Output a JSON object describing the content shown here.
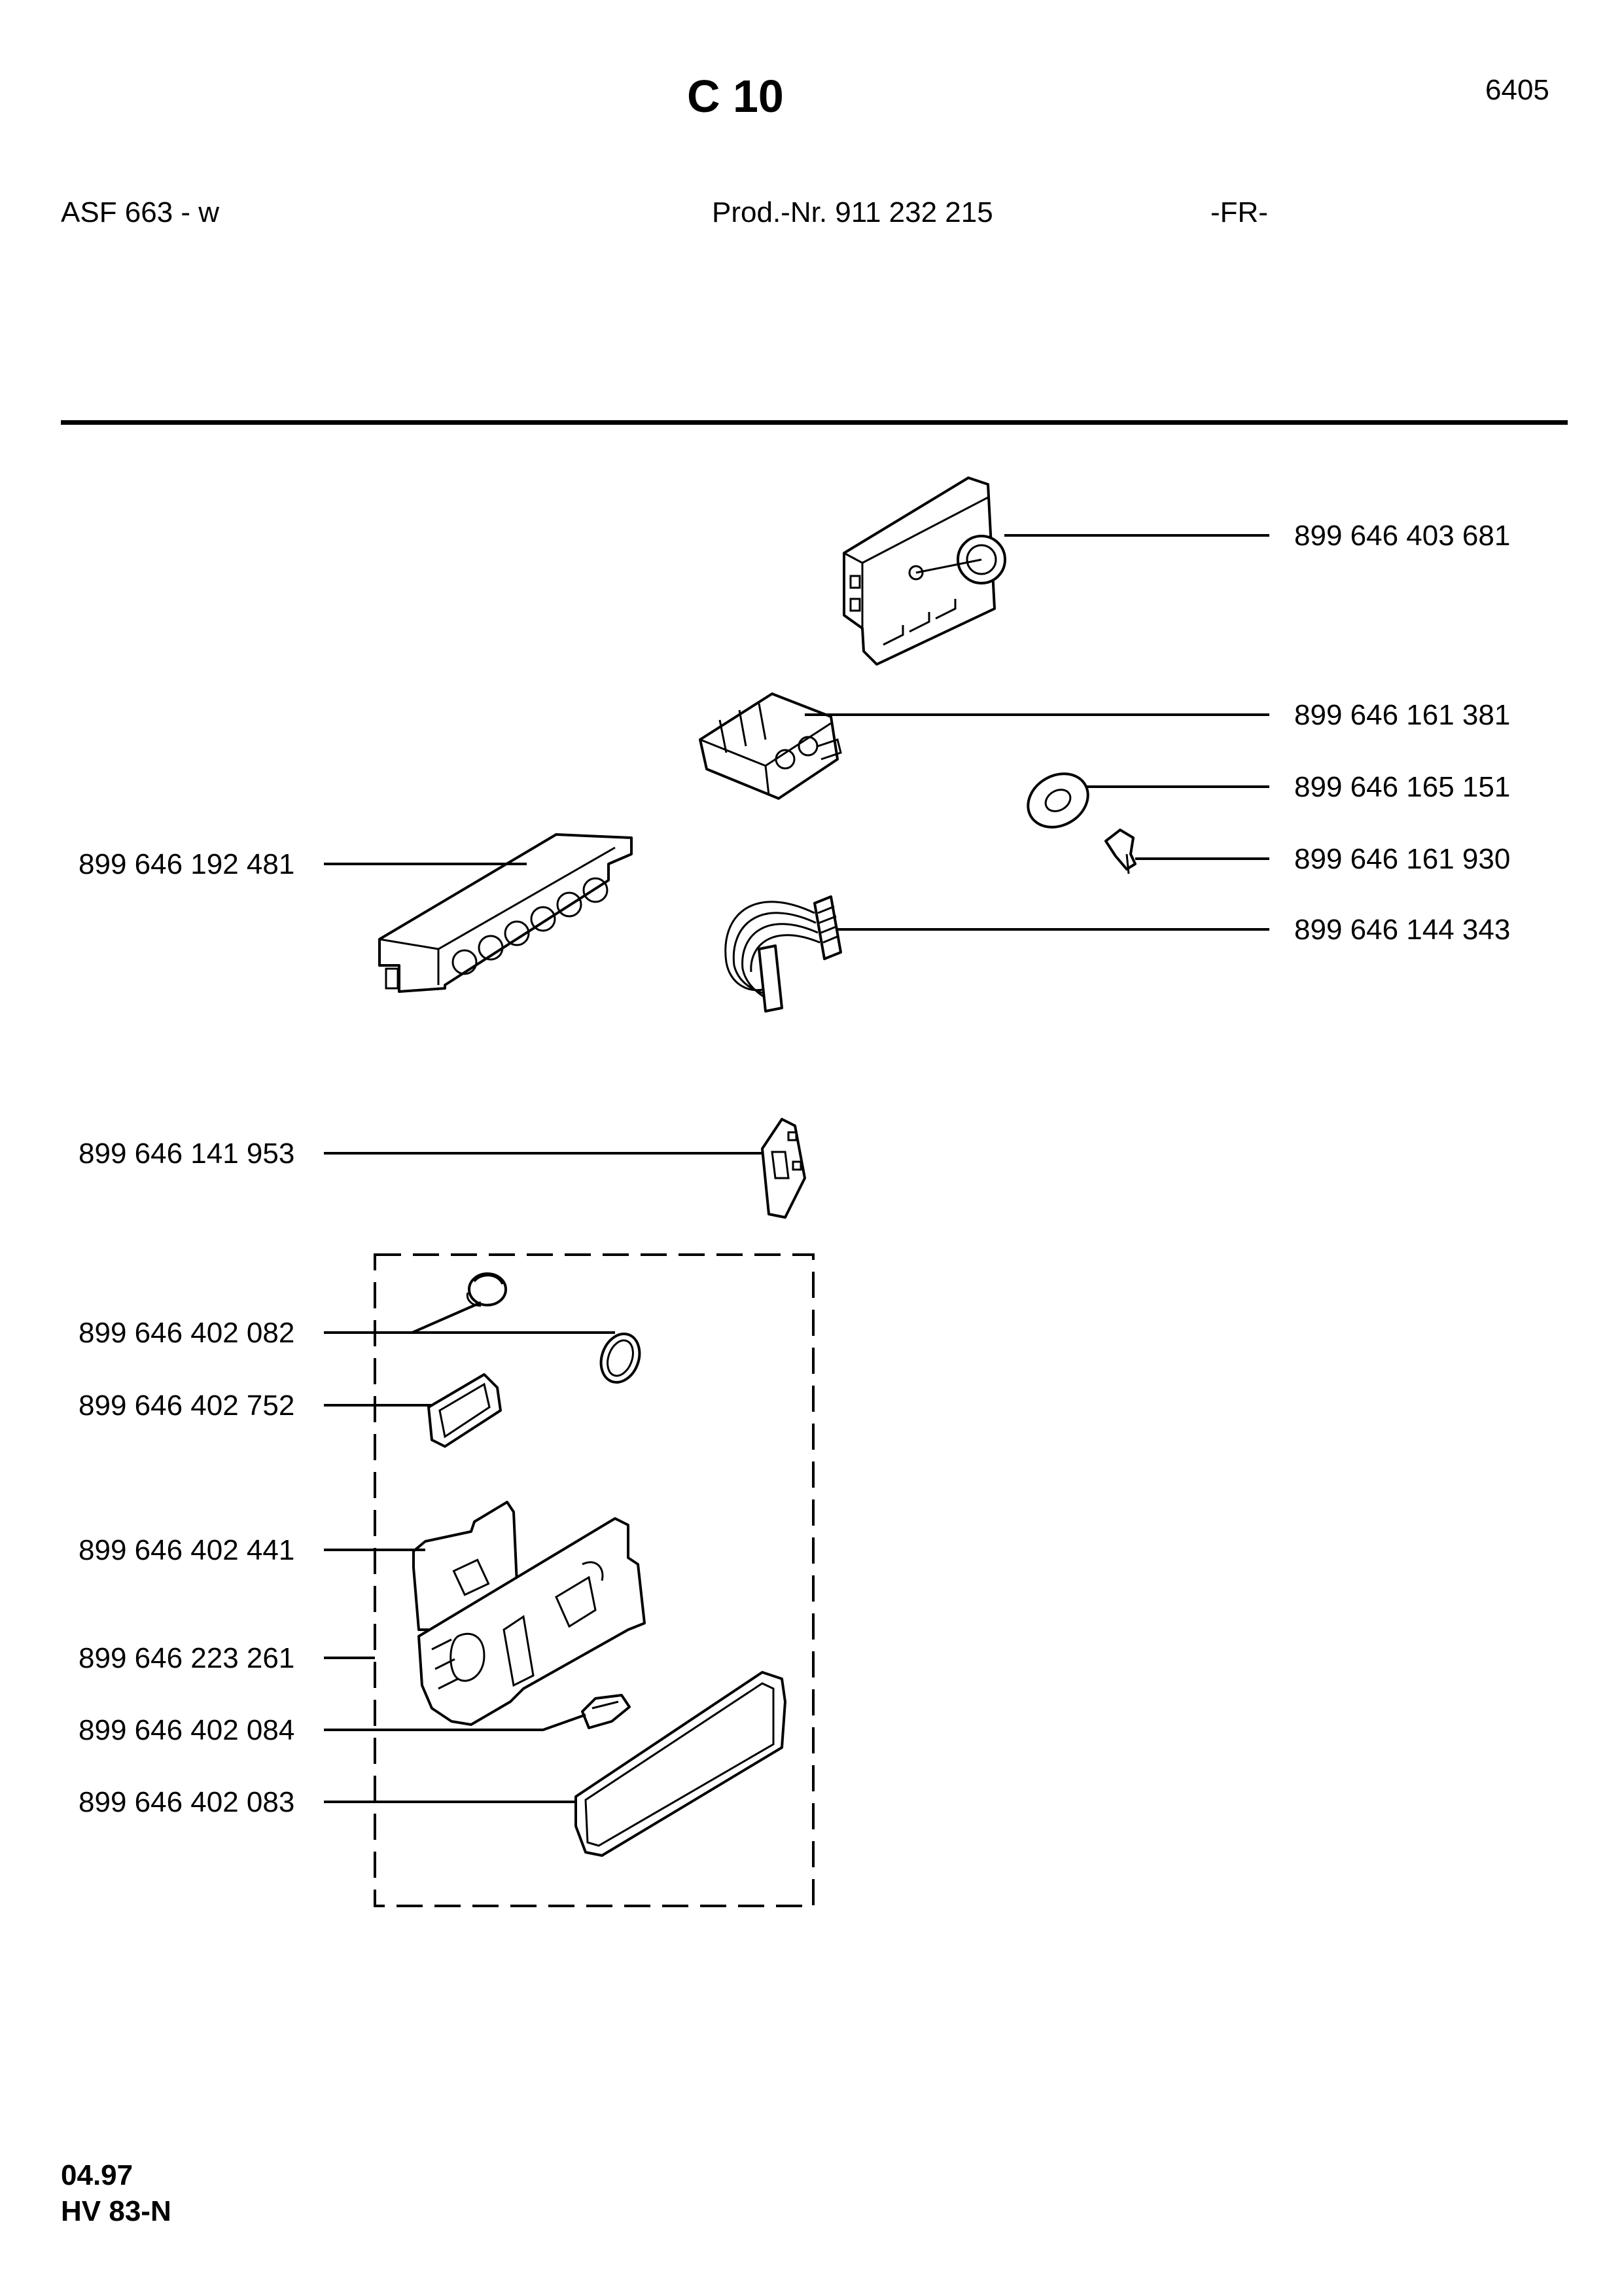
{
  "header": {
    "title": "C 10",
    "page_number": "6405",
    "model": "ASF 663 - w",
    "prod_nr": "Prod.-Nr. 911 232 215",
    "country": "-FR-"
  },
  "parts": {
    "timer": "899 646 403 681",
    "switch_block": "899 646 161 381",
    "washer": "899 646 165 151",
    "clip": "899 646 161 930",
    "wire_harness": "899 646 144 343",
    "button_panel": "899 646 192 481",
    "switch": "899 646 141 953",
    "knob_oring": "899 646 402 082",
    "gasket_small": "899 646 402 752",
    "cover_plate": "899 646 402 441",
    "door_lock_assembly": "899 646 223 261",
    "catch": "899 646 402 084",
    "gasket_large": "899 646 402 083"
  },
  "footer": {
    "date": "04.97",
    "code": "HV 83-N"
  }
}
